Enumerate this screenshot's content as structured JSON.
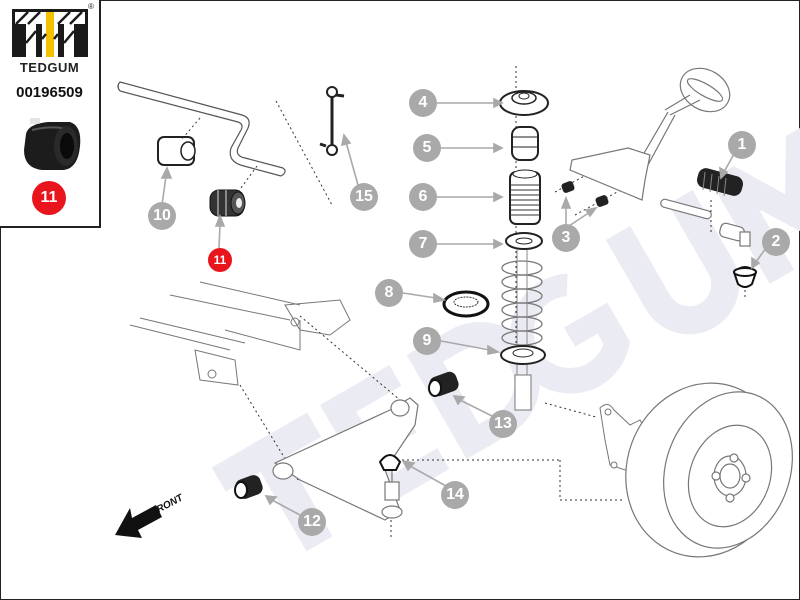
{
  "brand": {
    "name": "TEDGUM",
    "registered_mark": "®",
    "logo_colors": {
      "black": "#1a1a1a",
      "yellow": "#f2c200"
    }
  },
  "product": {
    "part_number": "00196509",
    "position_badge": "11",
    "badge_color": "#e8161c"
  },
  "diagram": {
    "watermark_text": "TEDGUM",
    "front_label": "FRONT",
    "callouts": [
      {
        "id": "1",
        "part": "steering rack boot"
      },
      {
        "id": "2",
        "part": "tie rod end dust cover"
      },
      {
        "id": "3",
        "part": "steering rack bushings"
      },
      {
        "id": "4",
        "part": "strut top mount"
      },
      {
        "id": "5",
        "part": "bump stop"
      },
      {
        "id": "6",
        "part": "shock absorber dust boot"
      },
      {
        "id": "7",
        "part": "upper spring seat"
      },
      {
        "id": "8",
        "part": "strut bearing"
      },
      {
        "id": "9",
        "part": "lower spring seat"
      },
      {
        "id": "10",
        "part": "stabilizer bar bushing"
      },
      {
        "id": "11",
        "part": "stabilizer bar bushing (highlighted)"
      },
      {
        "id": "12",
        "part": "control arm front bushing"
      },
      {
        "id": "13",
        "part": "control arm rear bushing"
      },
      {
        "id": "14",
        "part": "ball joint boot"
      },
      {
        "id": "15",
        "part": "stabilizer link"
      }
    ],
    "callout_color": "#a9a9a9",
    "highlight_color": "#e8161c"
  }
}
